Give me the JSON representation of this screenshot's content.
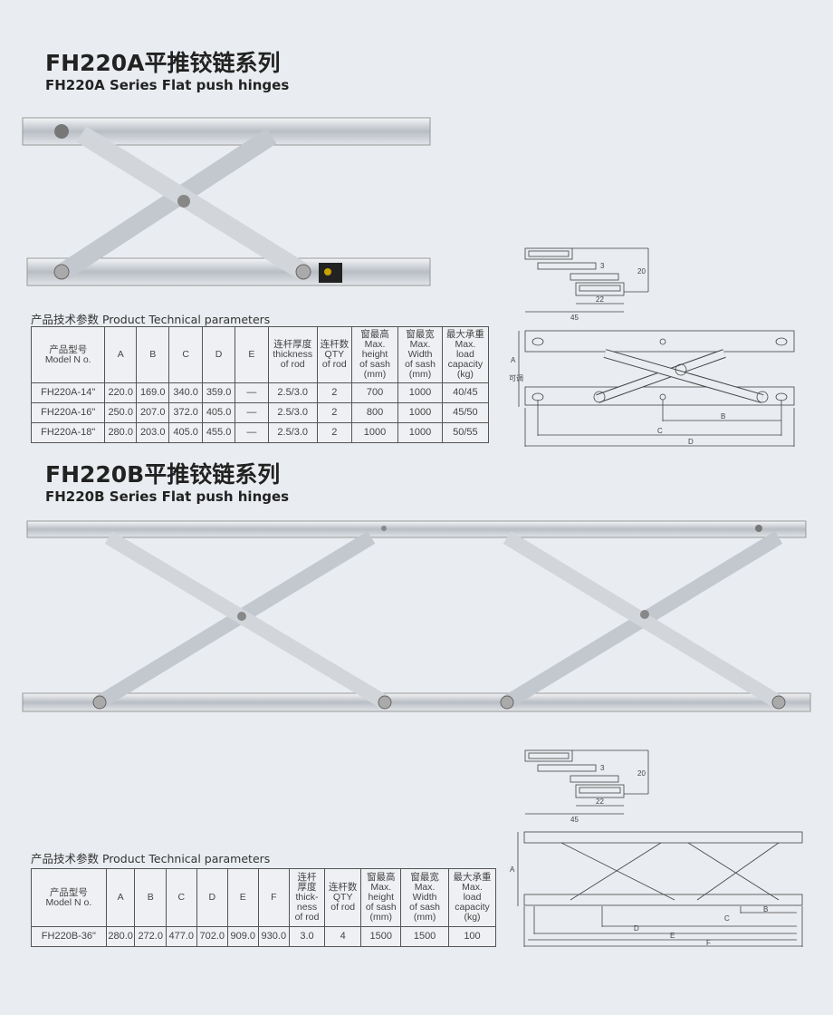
{
  "sectionA": {
    "title_cn": "FH220A平推铰链系列",
    "title_en": "FH220A Series Flat push hinges",
    "table_caption": "产品技术参数 Product Technical parameters",
    "headers": [
      "产品型号\nModel N o.",
      "A",
      "B",
      "C",
      "D",
      "E",
      "连杆厚度\nthickness\nof rod",
      "连杆数\nQTY\nof rod",
      "窗最高\nMax.\nheight\nof sash\n(mm)",
      "窗最宽\nMax.\nWidth\nof sash\n(mm)",
      "最大承重\nMax.\nload\ncapacity\n(kg)"
    ],
    "rows": [
      [
        "FH220A-14\"",
        "220.0",
        "169.0",
        "340.0",
        "359.0",
        "—",
        "2.5/3.0",
        "2",
        "700",
        "1000",
        "40/45"
      ],
      [
        "FH220A-16\"",
        "250.0",
        "207.0",
        "372.0",
        "405.0",
        "—",
        "2.5/3.0",
        "2",
        "800",
        "1000",
        "45/50"
      ],
      [
        "FH220A-18\"",
        "280.0",
        "203.0",
        "405.0",
        "455.0",
        "—",
        "2.5/3.0",
        "2",
        "1000",
        "1000",
        "50/55"
      ]
    ],
    "diagram": {
      "dim_3": "3",
      "dim_20": "20",
      "dim_22": "22",
      "dim_45": "45",
      "label_a": "A",
      "label_adjustable": "可调",
      "label_b": "B",
      "label_c": "C",
      "label_d": "D"
    }
  },
  "sectionB": {
    "title_cn": "FH220B平推铰链系列",
    "title_en": "FH220B Series Flat push hinges",
    "table_caption": "产品技术参数 Product Technical parameters",
    "headers": [
      "产品型号\nModel N o.",
      "A",
      "B",
      "C",
      "D",
      "E",
      "F",
      "连杆\n厚度\nthick-\nness\nof rod",
      "连杆数\nQTY\nof rod",
      "窗最高\nMax.\nheight\nof sash\n(mm)",
      "窗最宽\nMax.\nWidth\nof sash\n(mm)",
      "最大承重\nMax.\nload\ncapacity\n(kg)"
    ],
    "rows": [
      [
        "FH220B-36\"",
        "280.0",
        "272.0",
        "477.0",
        "702.0",
        "909.0",
        "930.0",
        "3.0",
        "4",
        "1500",
        "1500",
        "100"
      ]
    ],
    "diagram": {
      "dim_3": "3",
      "dim_20": "20",
      "dim_22": "22",
      "dim_45": "45",
      "label_a": "A",
      "label_b": "B",
      "label_c": "C",
      "label_d": "D",
      "label_e": "E",
      "label_f": "F"
    }
  }
}
